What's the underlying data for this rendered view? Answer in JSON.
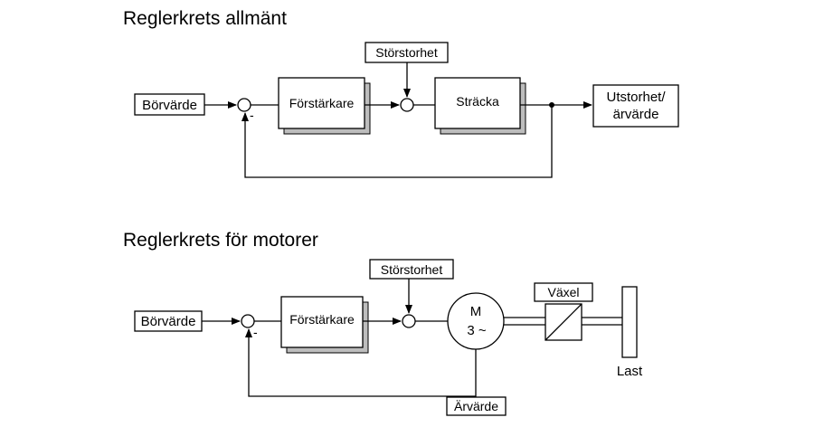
{
  "general": {
    "title": "Reglerkrets allmänt",
    "setpoint": "Börvärde",
    "amplifier": "Förstärkare",
    "disturbance": "Störstorhet",
    "process": "Sträcka",
    "output_line1": "Utstorhet/",
    "output_line2": "ärvärde",
    "minus": "-"
  },
  "motor": {
    "title": "Reglerkrets för motorer",
    "setpoint": "Börvärde",
    "amplifier": "Förstärkare",
    "disturbance": "Störstorhet",
    "motor_line1": "M",
    "motor_line2": "3 ~",
    "gearbox": "Växel",
    "load": "Last",
    "feedback": "Ärvärde",
    "minus": "-"
  }
}
